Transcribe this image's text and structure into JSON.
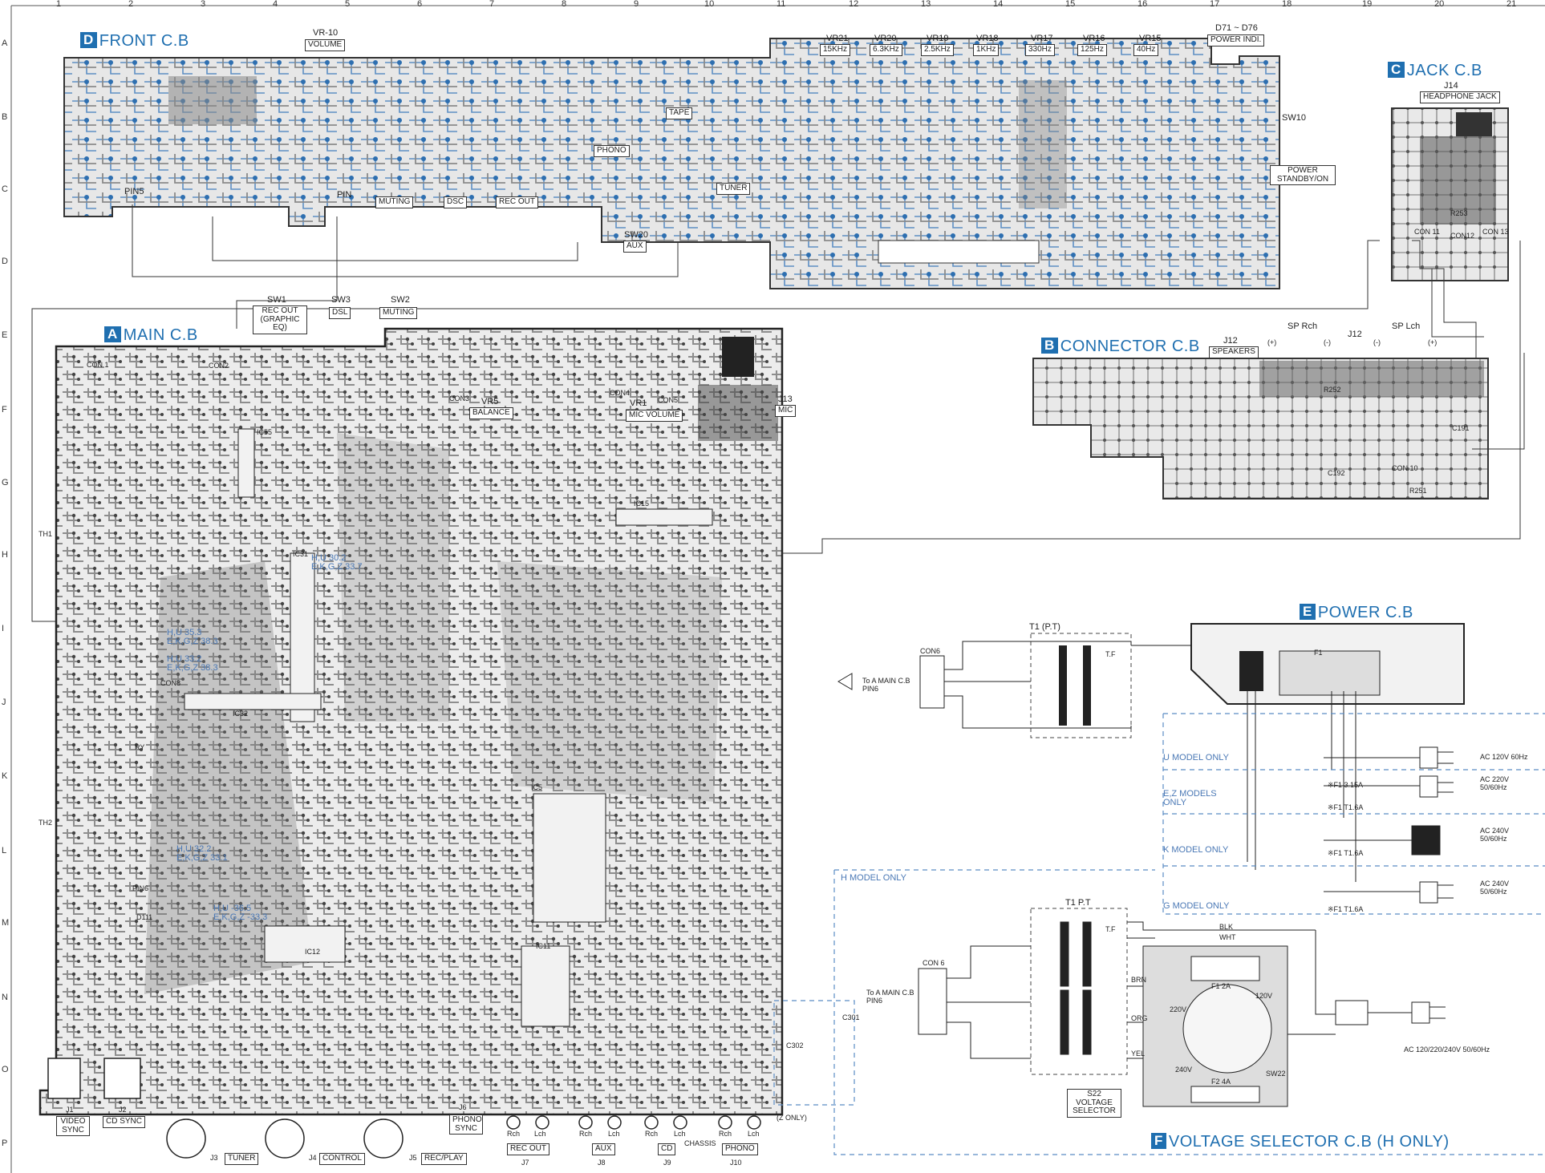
{
  "grid": {
    "columns": [
      "1",
      "2",
      "3",
      "4",
      "5",
      "6",
      "7",
      "8",
      "9",
      "10",
      "11",
      "12",
      "13",
      "14",
      "15",
      "16",
      "17",
      "18",
      "19",
      "20",
      "21"
    ],
    "rows": [
      "A",
      "B",
      "C",
      "D",
      "E",
      "F",
      "G",
      "H",
      "I",
      "J",
      "K",
      "L",
      "M",
      "N",
      "O",
      "P"
    ]
  },
  "boards": {
    "front": {
      "badge": "D",
      "name": "FRONT C.B"
    },
    "jack": {
      "badge": "C",
      "name": "JACK C.B"
    },
    "main": {
      "badge": "A",
      "name": "MAIN C.B"
    },
    "connector": {
      "badge": "B",
      "name": "CONNECTOR C.B"
    },
    "power": {
      "badge": "E",
      "name": "POWER C.B"
    },
    "voltage": {
      "badge": "F",
      "name": "VOLTAGE SELECTOR C.B",
      "suffix": "(H ONLY)"
    }
  },
  "front_labels": {
    "vr10": "VR-10",
    "volume": "VOLUME",
    "vr21": "VR21",
    "vr21_f": "15KHz",
    "vr20": "VR20",
    "vr20_f": "6.3KHz",
    "vr19": "VR19",
    "vr19_f": "2.5KHz",
    "vr18": "VR18",
    "vr18_f": "1KHz",
    "vr17": "VR17",
    "vr17_f": "330Hz",
    "vr16": "VR16",
    "vr16_f": "125Hz",
    "vr15": "VR15",
    "vr15_f": "40Hz",
    "d71": "D71 ~ D76",
    "power_indi": "POWER INDI.",
    "pin5": "PIN5",
    "pin": "PIN",
    "muting": "MUTING",
    "dsc": "DSC",
    "rec_out": "REC OUT",
    "phono": "PHONO",
    "tape": "TAPE",
    "tuner": "TUNER",
    "aux": "AUX",
    "sw20": "SW20",
    "sw10": "SW10",
    "power_standby": "POWER STANDBY/ON"
  },
  "jack_labels": {
    "j14": "J14",
    "headphone": "HEADPHONE JACK",
    "con11": "CON 11",
    "con12": "CON12",
    "con13": "CON 13",
    "r253": "R253"
  },
  "main_labels": {
    "sw1": "SW1",
    "rec_out_geq": "REC OUT (GRAPHIC EQ)",
    "sw3": "SW3",
    "dsl": "DSL",
    "sw2": "SW2",
    "muting": "MUTING",
    "con1": "CON 1",
    "con2": "CON2",
    "con3": "CON3",
    "con4": "CON4",
    "con5": "CON5",
    "vr5": "VR5",
    "balance": "BALANCE",
    "vr1": "VR1",
    "mic_volume": "MIC VOLUME",
    "j13": "J13",
    "mic": "MIC",
    "ic15": "IC15",
    "ic55": "IC55",
    "ic31": "IC31",
    "ic32": "IC32",
    "ic12": "IC12",
    "ic5": "IC5",
    "ic11": "IC11",
    "th1": "TH1",
    "th2": "TH2",
    "pin6": "PIN6",
    "con8": "CON8",
    "d111": "D111",
    "ry": "RY"
  },
  "volt_notes": [
    "H,U 30.2",
    "E,K,G,Z 33.7",
    "H,U 35.3",
    "E,K,G,Z 38.3",
    "H,U 33.2",
    "E,K,G,Z 38.3",
    "H,U 32.2",
    "E,K,G,Z 33.1",
    "H,U -36.5",
    "E,K,G,Z -33.3"
  ],
  "bottom_jacks": [
    {
      "j": "J1",
      "name": "VIDEO SYNC"
    },
    {
      "j": "J2",
      "name": "CD SYNC"
    },
    {
      "j": "J3",
      "name": "TUNER"
    },
    {
      "j": "J4",
      "name": "CONTROL"
    },
    {
      "j": "J5",
      "name": "REC/PLAY"
    },
    {
      "j": "J6",
      "name": "PHONO SYNC"
    },
    {
      "j": "J7",
      "name": "REC OUT"
    },
    {
      "j": "J8",
      "name": "AUX"
    },
    {
      "j": "J9",
      "name": "CD"
    },
    {
      "j": "J10",
      "name": "PHONO"
    }
  ],
  "rch": "Rch",
  "lch": "Lch",
  "chassis": "CHASSIS",
  "connector_labels": {
    "j12": "J12",
    "speakers": "SPEAKERS",
    "sp_rch": "SP Rch",
    "sp_lch": "SP Lch",
    "plus": "(+)",
    "minus": "(-)",
    "con10": "CON 10",
    "r251": "R251",
    "r252": "R252",
    "c191": "C191",
    "c192": "C192"
  },
  "power_labels": {
    "t1": "T1 (P.T)",
    "tf": "T.F",
    "con6": "CON6",
    "to_main": "To A MAIN C.B PIN6",
    "f1": "F1"
  },
  "models": [
    {
      "model": "U MODEL ONLY",
      "fuse": "※F1 3.15A",
      "ac": "AC 120V 60Hz"
    },
    {
      "model": "E,Z MODELS ONLY",
      "fuse": "※F1 T1.6A",
      "ac": "AC 220V 50/60Hz"
    },
    {
      "model": "K MODEL ONLY",
      "fuse": "※F1 T1.6A",
      "ac": "AC 240V 50/60Hz"
    },
    {
      "model": "G MODEL ONLY",
      "fuse": "※F1 T1.6A",
      "ac": "AC 240V 50/60Hz"
    }
  ],
  "h_model": {
    "title": "H MODEL ONLY",
    "t1": "T1 P.T",
    "tf": "T.F",
    "con6": "CON 6",
    "to_main": "To A MAIN C.B PIN6",
    "s22": "S22 VOLTAGE SELECTOR",
    "f1": "F1 2A",
    "f2": "F2 4A",
    "v220": "220V",
    "v120": "120V",
    "v240": "240V",
    "sw22": "SW22",
    "blk": "BLK",
    "wht": "WHT",
    "brn": "BRN",
    "org": "ORG",
    "yel": "YEL",
    "ac": "AC 120/220/240V 50/60Hz",
    "z_only": "(Z ONLY)",
    "c301": "C301",
    "c302": "C302"
  }
}
